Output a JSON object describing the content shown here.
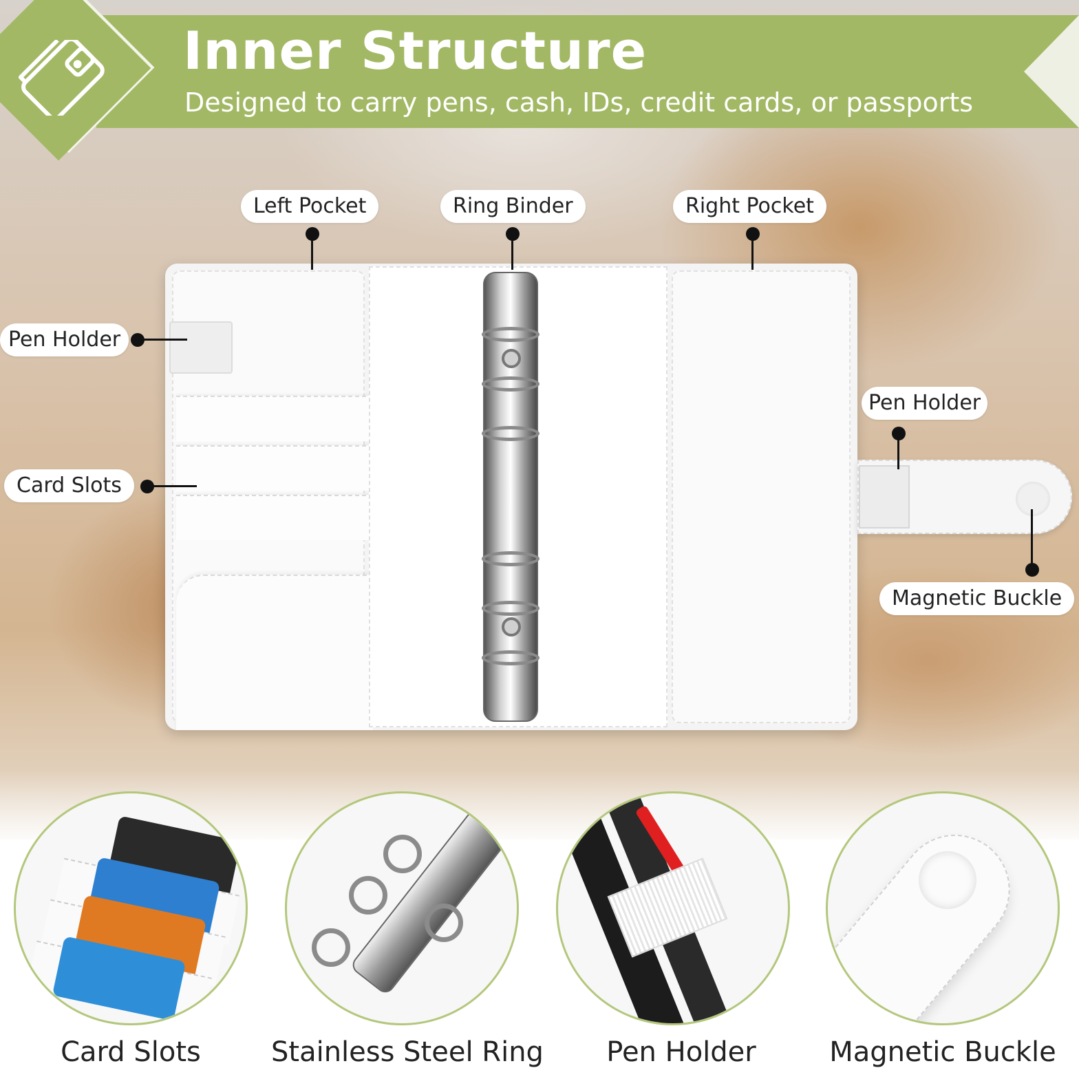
{
  "header": {
    "title": "Inner Structure",
    "subtitle": "Designed to carry pens, cash, IDs, credit cards, or passports",
    "icon": "wallet-icon",
    "accent_color": "#a2b864"
  },
  "callouts": {
    "left_pocket": "Left Pocket",
    "ring_binder": "Ring Binder",
    "right_pocket": "Right Pocket",
    "pen_holder_left": "Pen Holder",
    "card_slots": "Card Slots",
    "pen_holder_right": "Pen Holder",
    "magnetic_buckle": "Magnetic Buckle"
  },
  "features": [
    {
      "caption": "Card Slots"
    },
    {
      "caption": "Stainless Steel Ring"
    },
    {
      "caption": "Pen Holder"
    },
    {
      "caption": "Magnetic Buckle"
    }
  ],
  "colors": {
    "circle_border": "#b3c77c",
    "card_colors": [
      "#2a2a2a",
      "#2f7fd0",
      "#e07a22",
      "#2e8fd8"
    ]
  }
}
